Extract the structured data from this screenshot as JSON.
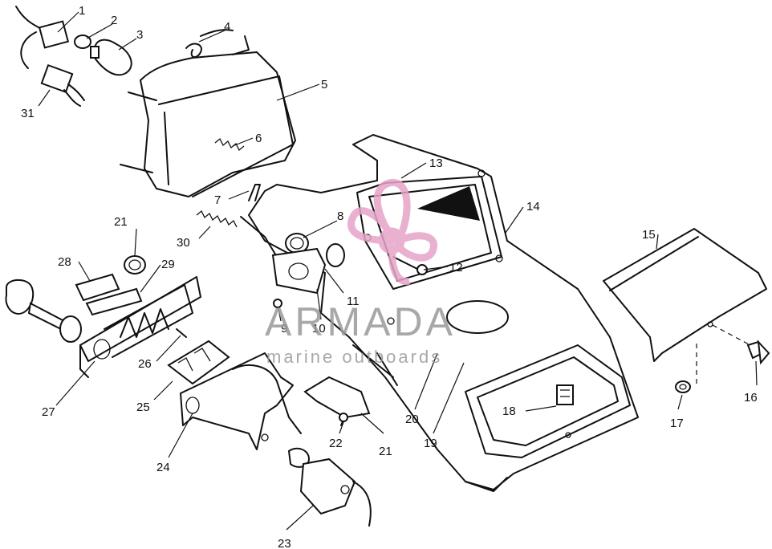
{
  "callouts": [
    {
      "label": "1",
      "id": "c1"
    },
    {
      "label": "2",
      "id": "c2"
    },
    {
      "label": "3",
      "id": "c3"
    },
    {
      "label": "4",
      "id": "c4"
    },
    {
      "label": "5",
      "id": "c5"
    },
    {
      "label": "6",
      "id": "c6"
    },
    {
      "label": "7",
      "id": "c7"
    },
    {
      "label": "8",
      "id": "c8"
    },
    {
      "label": "9",
      "id": "c9"
    },
    {
      "label": "10",
      "id": "c10"
    },
    {
      "label": "11",
      "id": "c11"
    },
    {
      "label": "12",
      "id": "c12"
    },
    {
      "label": "13",
      "id": "c13"
    },
    {
      "label": "14",
      "id": "c14"
    },
    {
      "label": "15",
      "id": "c15"
    },
    {
      "label": "16",
      "id": "c16"
    },
    {
      "label": "17",
      "id": "c17"
    },
    {
      "label": "18",
      "id": "c18"
    },
    {
      "label": "19",
      "id": "c19"
    },
    {
      "label": "20",
      "id": "c20"
    },
    {
      "label": "21",
      "id": "c21a"
    },
    {
      "label": "21",
      "id": "c21b"
    },
    {
      "label": "22",
      "id": "c22"
    },
    {
      "label": "23",
      "id": "c23"
    },
    {
      "label": "24",
      "id": "c24"
    },
    {
      "label": "25",
      "id": "c25"
    },
    {
      "label": "26",
      "id": "c26"
    },
    {
      "label": "27",
      "id": "c27"
    },
    {
      "label": "28",
      "id": "c28"
    },
    {
      "label": "29",
      "id": "c29"
    },
    {
      "label": "30",
      "id": "c30"
    },
    {
      "label": "31",
      "id": "c31"
    }
  ],
  "watermark": {
    "brand": "ARMADA",
    "tagline": "marine outboards",
    "logo_color": "#e6a3c8",
    "text_color": "#9a9a9a"
  }
}
